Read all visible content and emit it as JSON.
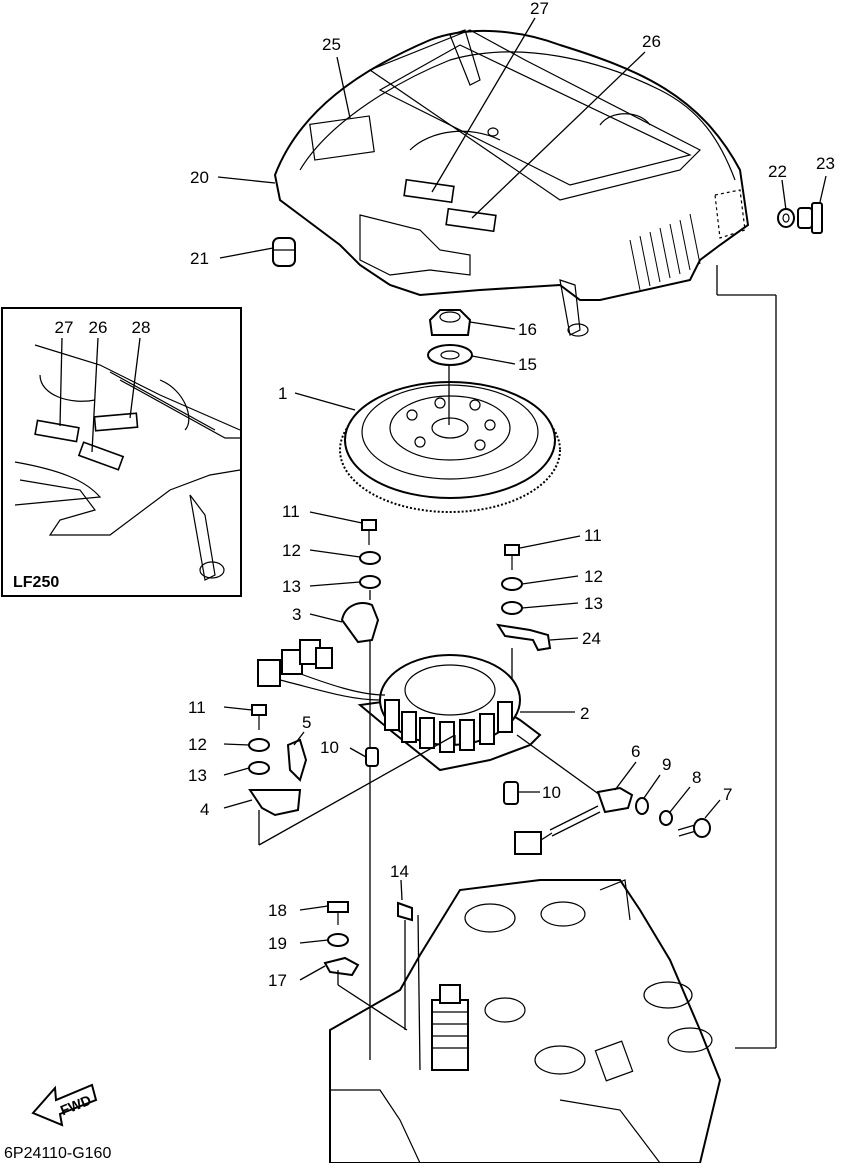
{
  "diagram": {
    "drawing_code": "6P24110-G160",
    "fwd_label": "FWD",
    "inset": {
      "title": "LF250",
      "callouts": [
        "27",
        "26",
        "28"
      ]
    },
    "callouts": {
      "c1": "1",
      "c2": "2",
      "c3": "3",
      "c4": "4",
      "c5": "5",
      "c6": "6",
      "c7": "7",
      "c8": "8",
      "c9": "9",
      "c10a": "10",
      "c10b": "10",
      "c11a": "11",
      "c11b": "11",
      "c11c": "11",
      "c12a": "12",
      "c12b": "12",
      "c12c": "12",
      "c13a": "13",
      "c13b": "13",
      "c13c": "13",
      "c14": "14",
      "c15": "15",
      "c16": "16",
      "c17": "17",
      "c18": "18",
      "c19": "19",
      "c20": "20",
      "c21": "21",
      "c22": "22",
      "c23": "23",
      "c24": "24",
      "c25": "25",
      "c26": "26",
      "c27": "27"
    }
  }
}
